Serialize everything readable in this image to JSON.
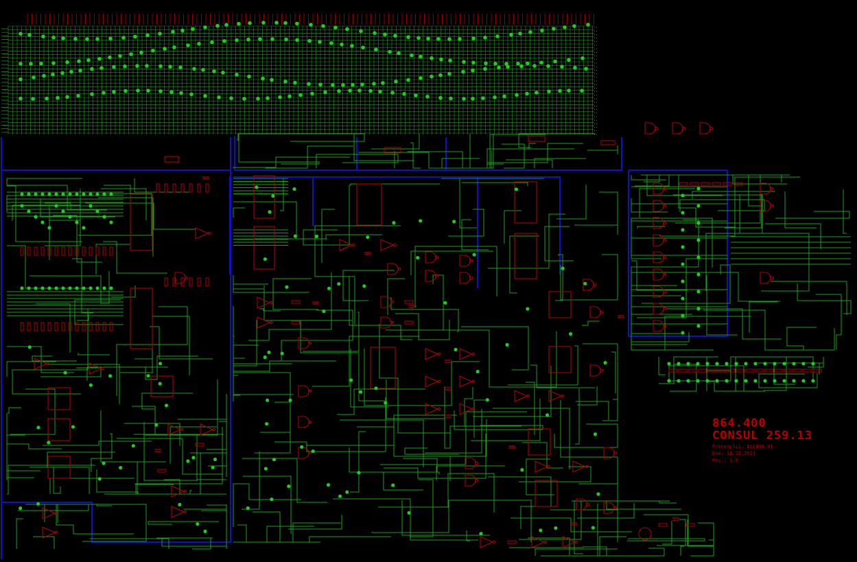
{
  "title_block": {
    "part_number": "864.400",
    "device": "CONSUL 259.13",
    "line_1": "Prekreslil: ECL840.01",
    "line_2": "Dne: 16.12.2021",
    "line_3": "Rev.: 1.0"
  },
  "colors": {
    "background": "#000000",
    "wire": "#1aa01a",
    "junction": "#22cc22",
    "component": "#b00000",
    "bus": "#1010c8",
    "matrix_grid": "#2a8f2a"
  }
}
